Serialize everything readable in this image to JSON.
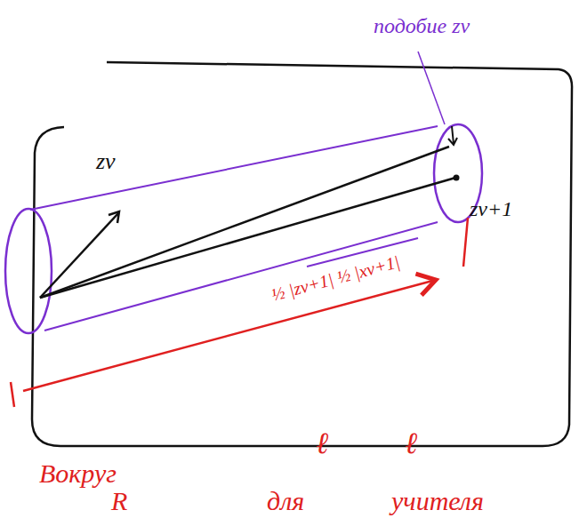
{
  "diagram": {
    "labels": [
      "подобие zv",
      "zv",
      "zv+1",
      "½ |zv+1| ½ |xv+1|",
      "Вокруг",
      "ℓ",
      "ℓ",
      "R",
      "для",
      "учителя"
    ]
  }
}
